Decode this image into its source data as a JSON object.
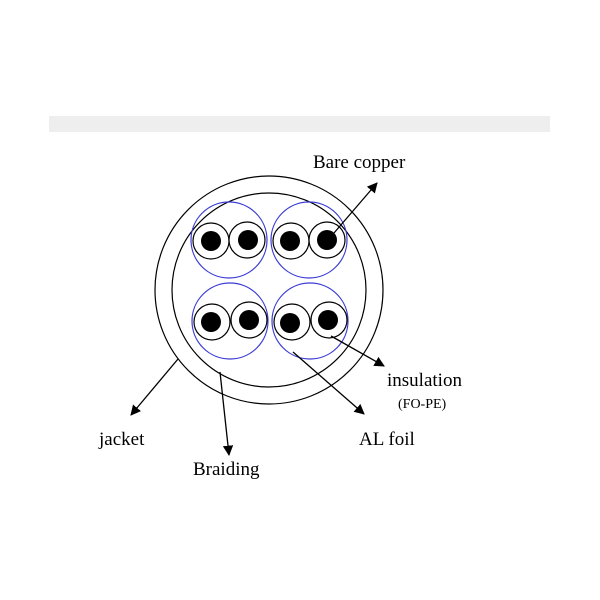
{
  "labels": {
    "bare_copper": "Bare copper",
    "insulation": "insulation",
    "insulation_material": "(FO-PE)",
    "al_foil": "AL foil",
    "jacket": "jacket",
    "braiding": "Braiding"
  },
  "colors": {
    "line": "#000000",
    "pair_shield": "#3b3bd6",
    "conductor": "#000000",
    "background": "#ffffff",
    "band": "#eeeeee"
  },
  "structure": {
    "twisted_pairs": 4,
    "conductors_per_pair": 2
  }
}
